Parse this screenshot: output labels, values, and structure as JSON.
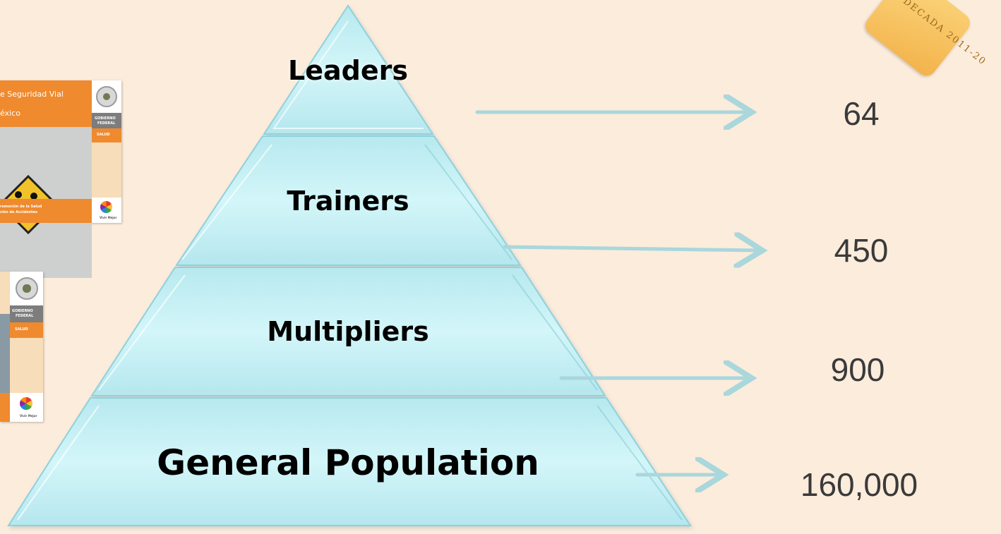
{
  "pyramid": {
    "levels": [
      {
        "label": "Leaders",
        "value": "64"
      },
      {
        "label": "Trainers",
        "value": "450"
      },
      {
        "label": "Multipliers",
        "value": "900"
      },
      {
        "label": "General Population",
        "value": "160,000"
      }
    ]
  },
  "document1": {
    "title_line1": "e Seguridad Vial",
    "title_line2": "éxico",
    "side_label1": "GOBIERNO",
    "side_label2": "FEDERAL",
    "side_label3": "SALUD",
    "footer_line1": "romoción de la Salud",
    "footer_line2": "ción de Accidentes",
    "footer_logo_text": "Vivir Mejor"
  },
  "document2": {
    "side_label1": "GOBIERNO",
    "side_label2": "FEDERAL",
    "side_label3": "SALUD",
    "footer_logo_text": "Vivir Mejor"
  },
  "badge": {
    "text": "DECADA 2011-20"
  },
  "colors": {
    "background": "#fcecdc",
    "pyramid_fill": "#c9f1f5",
    "pyramid_edge": "#9fdbe3",
    "arrow": "#a9d7dc",
    "number_text": "#3a3a3a"
  }
}
